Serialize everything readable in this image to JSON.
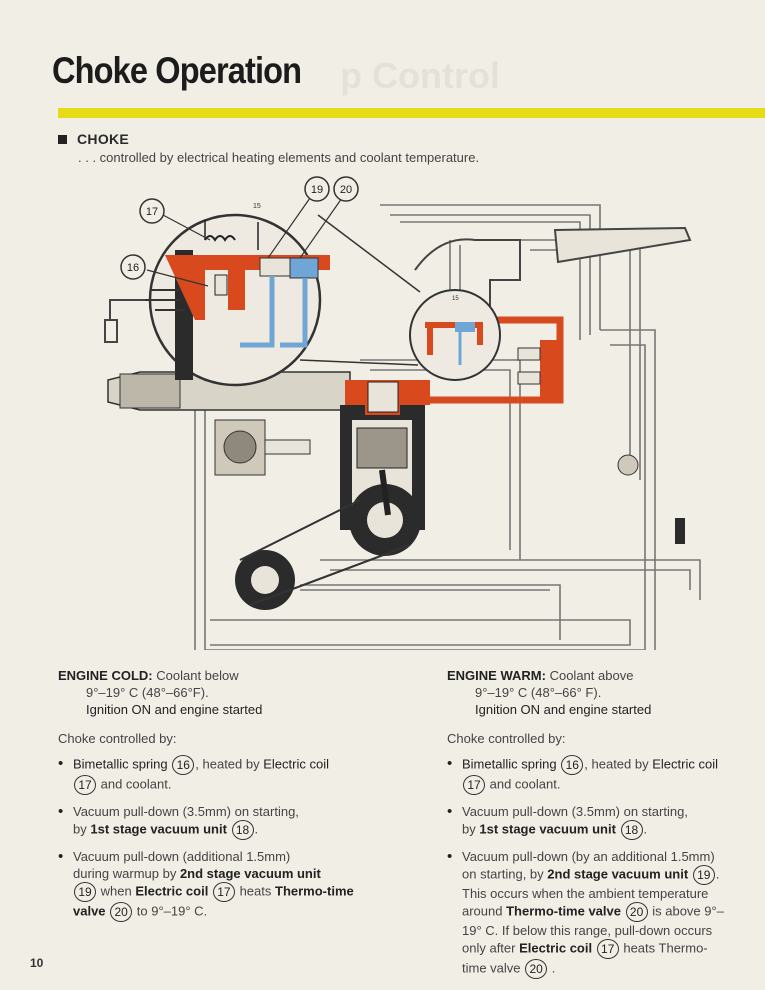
{
  "header": {
    "title": "Choke Operation"
  },
  "section": {
    "heading": "CHOKE",
    "subtitle": ". . . controlled by electrical heating elements and coolant temperature."
  },
  "diagram": {
    "callouts": [
      "16",
      "17",
      "19",
      "20"
    ],
    "small_label": "15",
    "colors": {
      "hot": "#d84a1e",
      "vacuum": "#6fa6d6",
      "line": "#555555"
    }
  },
  "cold": {
    "label": "ENGINE COLD:",
    "line1": "Coolant below",
    "line2": "9°–19° C (48°–66°F).",
    "line3": "Ignition ON and engine started",
    "controlled_by": "Choke controlled by:",
    "b1_pre": "Bimetallic spring",
    "b1_n1": "16",
    "b1_mid": ", heated by",
    "b1_bold": "Electric coil",
    "b1_n2": "17",
    "b1_post": "and coolant.",
    "b2_l1": "Vacuum pull-down (3.5mm) on starting,",
    "b2_pre": "by",
    "b2_bold": "1st stage vacuum unit",
    "b2_n": "18",
    "b2_post": ".",
    "b3_l1": "Vacuum pull-down (additional 1.5mm)",
    "b3_pre": "during warmup by",
    "b3_bold": "2nd stage vacuum unit",
    "b3_n1": "19",
    "b3_mid": "when",
    "b3_bold2": "Electric coil",
    "b3_n2": "17",
    "b3_mid2": "heats",
    "b3_bold3": "Thermo-time valve",
    "b3_n3": "20",
    "b3_post": "to 9°–19° C."
  },
  "warm": {
    "label": "ENGINE WARM:",
    "line1": "Coolant above",
    "line2": "9°–19° C (48°–66° F).",
    "line3": "Ignition ON and engine started",
    "controlled_by": "Choke controlled by:",
    "b1_pre": "Bimetallic spring",
    "b1_n1": "16",
    "b1_mid": ", heated by",
    "b1_bold": "Electric coil",
    "b1_n2": "17",
    "b1_post": "and coolant.",
    "b2_l1": "Vacuum pull-down (3.5mm) on starting,",
    "b2_pre": "by",
    "b2_bold": "1st stage vacuum unit",
    "b2_n": "18",
    "b2_post": ".",
    "b3_l1": "Vacuum pull-down (by an additional 1.5mm)",
    "b3_pre": "on starting, by",
    "b3_bold": "2nd stage vacuum unit",
    "b3_n1": "19",
    "b3_post1": ".",
    "b3_l3": "This occurs when the ambient temperature",
    "b3_pre2": "around",
    "b3_bold2": "Thermo-time valve",
    "b3_n2": "20",
    "b3_mid": "is above 9°–",
    "b3_l5": "19° C. If below this range, pull-down occurs",
    "b3_pre3": "only after",
    "b3_bold3": "Electric coil",
    "b3_n3": "17",
    "b3_mid3": "heats Thermo-",
    "b3_pre4": "time valve",
    "b3_n4": "20",
    "b3_post": "."
  },
  "page_number": "10"
}
